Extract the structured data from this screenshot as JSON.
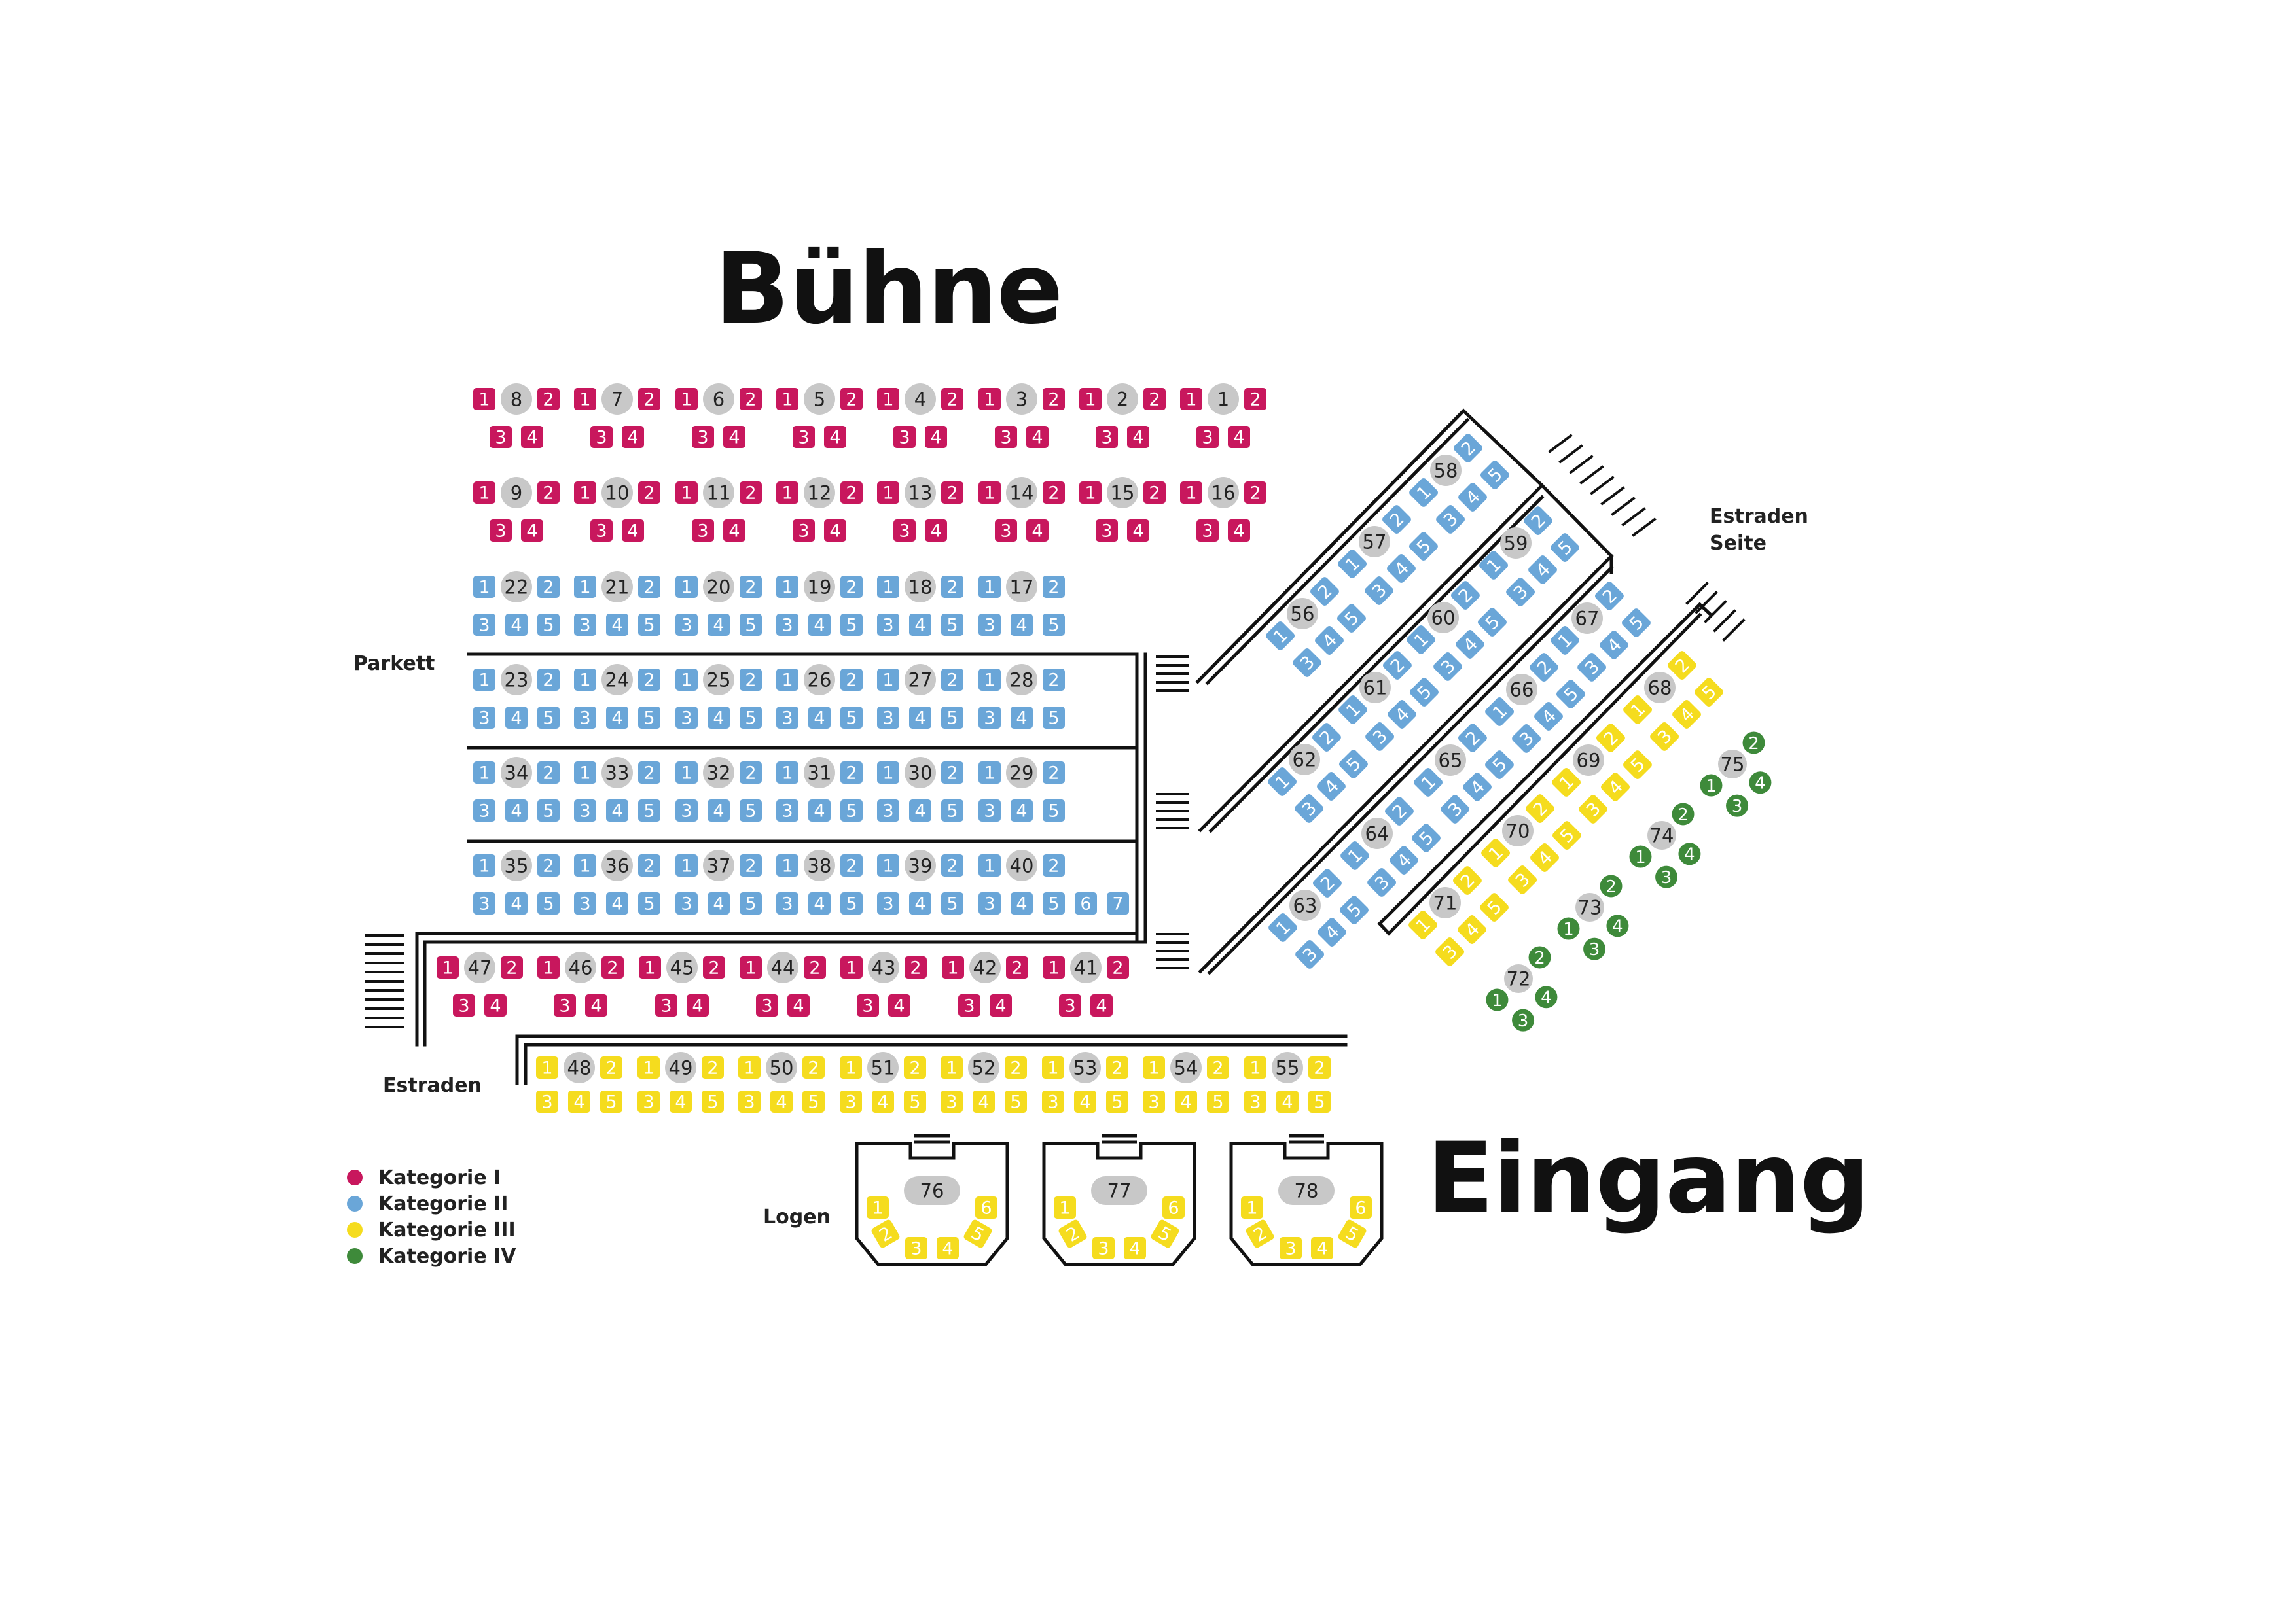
{
  "titles": {
    "stage": "Bühne",
    "entrance": "Eingang"
  },
  "labels": {
    "parkett": "Parkett",
    "estraden": "Estraden",
    "estraden_seite_1": "Estraden",
    "estraden_seite_2": "Seite",
    "logen": "Logen"
  },
  "colors": {
    "kategorie_1": "#c8175d",
    "kategorie_2": "#6aa6d8",
    "kategorie_3": "#f5dc1e",
    "kategorie_4": "#3e8a3a",
    "table": "#c8c8c8",
    "line": "#111111"
  },
  "legend": [
    {
      "label": "Kategorie I",
      "color": "#c8175d"
    },
    {
      "label": "Kategorie II",
      "color": "#6aa6d8"
    },
    {
      "label": "Kategorie III",
      "color": "#f5dc1e"
    },
    {
      "label": "Kategorie IV",
      "color": "#3e8a3a"
    }
  ],
  "seating": {
    "kat1_tables_front": [
      "8",
      "7",
      "6",
      "5",
      "4",
      "3",
      "2",
      "1",
      "9",
      "10",
      "11",
      "12",
      "13",
      "14",
      "15",
      "16"
    ],
    "kat2_parkett_tables": [
      "22",
      "21",
      "20",
      "19",
      "18",
      "17",
      "23",
      "24",
      "25",
      "26",
      "27",
      "28",
      "34",
      "33",
      "32",
      "31",
      "30",
      "29",
      "35",
      "36",
      "37",
      "38",
      "39",
      "40"
    ],
    "kat1_estraden_tables": [
      "47",
      "46",
      "45",
      "44",
      "43",
      "42",
      "41"
    ],
    "kat3_estraden_tables": [
      "48",
      "49",
      "50",
      "51",
      "52",
      "53",
      "54",
      "55"
    ],
    "side_estraden_tables": [
      "56",
      "57",
      "58",
      "59",
      "60",
      "61",
      "62",
      "63",
      "64",
      "65",
      "66",
      "67",
      "68",
      "69",
      "70",
      "71",
      "72",
      "73",
      "74",
      "75"
    ],
    "logen": [
      "76",
      "77",
      "78"
    ]
  }
}
